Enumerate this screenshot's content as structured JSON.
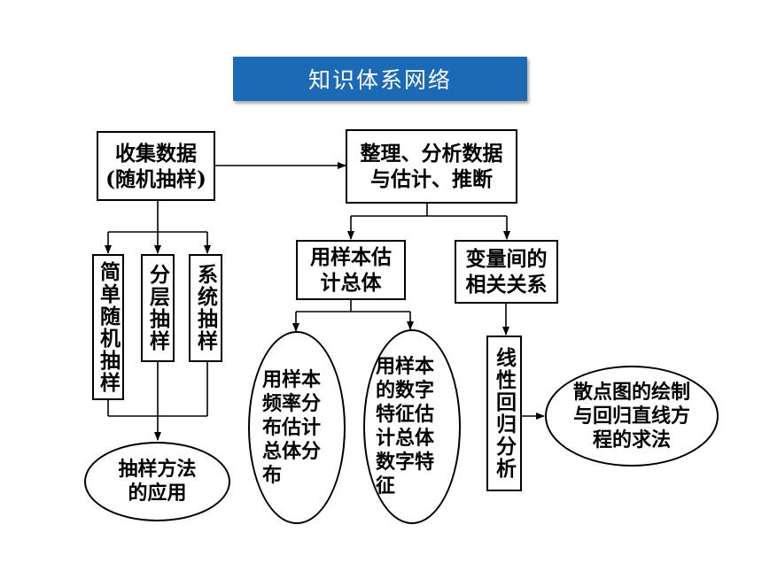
{
  "title": "知识体系网络",
  "nodes": {
    "collect": "收集数据\n(随机抽样)",
    "organize": "整理、分析数据\n与估计、推断",
    "simple_random": "简单随机抽样",
    "stratified": "分层抽样",
    "systematic": "系统抽样",
    "application": "抽样方法\n的应用",
    "estimate": "用样本估\n计总体",
    "correlation": "变量间的\n相关关系",
    "freq_dist": "用样本频率分布估计总体分布",
    "num_features": "用样本的数字特征估计总体数字特征",
    "regression": "线性回归分析",
    "scatter": "散点图的绘制\n与回归直线方\n程的求法"
  }
}
